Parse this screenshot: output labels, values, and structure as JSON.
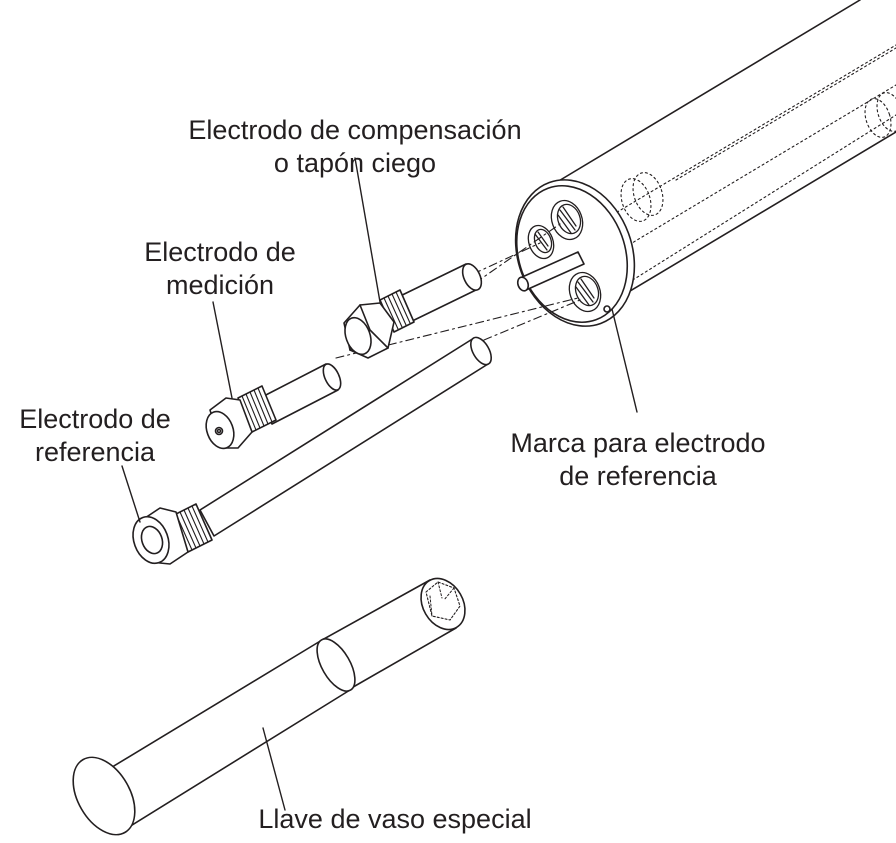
{
  "labels": {
    "compensation": {
      "line1": "Electrodo de compensación",
      "line2": "o tapón ciego"
    },
    "measurement": {
      "line1": "Electrodo de",
      "line2": "medición"
    },
    "reference": {
      "line1": "Electrodo de",
      "line2": "referencia"
    },
    "mark": {
      "line1": "Marca para electrodo",
      "line2": "de referencia"
    },
    "socket_wrench": {
      "line1": "Llave de vaso especial"
    }
  },
  "colors": {
    "stroke": "#231f20",
    "fill": "#ffffff"
  }
}
